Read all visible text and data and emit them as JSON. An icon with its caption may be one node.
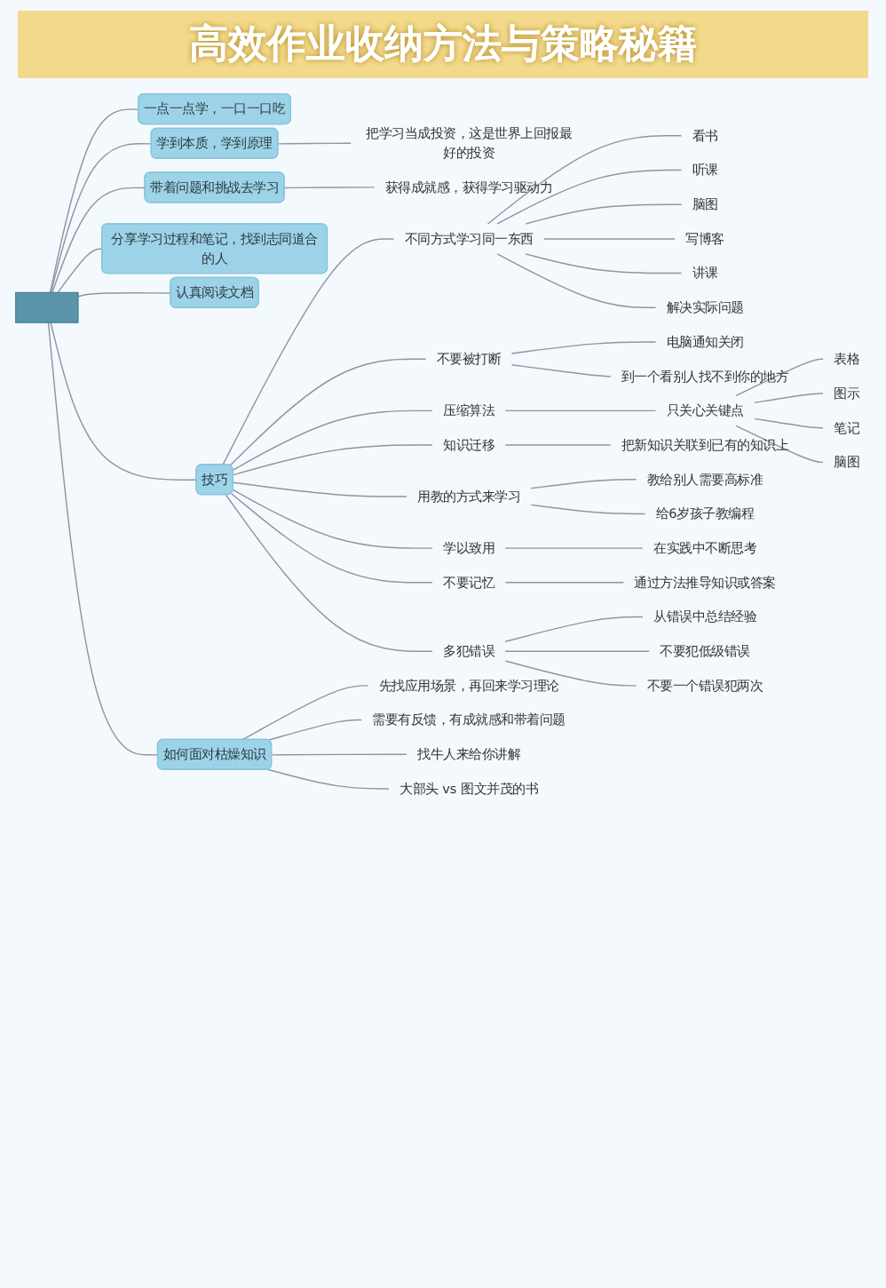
{
  "diagram": {
    "title": "高效作业收纳方法与策略秘籍",
    "nodes": [
      {
        "text": [],
        "shape": "box"
      },
      {
        "text": [
          "一点一点学，一口一口吃"
        ]
      },
      {
        "text": [
          "学到本质，学到原理"
        ]
      },
      {
        "text": [
          "把学习当成投资，这是世界上回报最好的投资"
        ]
      },
      {
        "text": [
          "带着问题和挑战去学习"
        ]
      },
      {
        "text": [
          "获得成就感，获得学习驱动力"
        ]
      },
      {
        "text": [
          "分享学习过程和笔记，找到志同道合的人"
        ]
      },
      {
        "text": [
          "认真阅读文档"
        ]
      },
      {
        "text": [
          "技巧"
        ]
      },
      {
        "text": [
          "不同方式学习同一东西"
        ]
      },
      {
        "text": [
          "看书"
        ]
      },
      {
        "text": [
          "听课"
        ]
      },
      {
        "text": [
          "脑图"
        ]
      },
      {
        "text": [
          "写博客"
        ]
      },
      {
        "text": [
          "讲课"
        ]
      },
      {
        "text": [
          "解决实际问题"
        ]
      },
      {
        "text": [
          "不要被打断"
        ]
      },
      {
        "text": [
          "电脑通知关闭"
        ]
      },
      {
        "text": [
          "到一个看别人找不到你的地方"
        ]
      },
      {
        "text": [
          "压缩算法"
        ]
      },
      {
        "text": [
          "只关心关键点"
        ]
      },
      {
        "text": [
          "表格"
        ]
      },
      {
        "text": [
          "图示"
        ]
      },
      {
        "text": [
          "笔记"
        ]
      },
      {
        "text": [
          "脑图"
        ]
      },
      {
        "text": [
          "知识迁移"
        ]
      },
      {
        "text": [
          "把新知识关联到已有的知识上"
        ]
      },
      {
        "text": [
          "用教的方式来学习"
        ]
      },
      {
        "text": [
          "教给别人需要高标准"
        ]
      },
      {
        "text": [
          "给6岁孩子教编程"
        ]
      },
      {
        "text": [
          "学以致用"
        ]
      },
      {
        "text": [
          "在实践中不断思考"
        ]
      },
      {
        "text": [
          "不要记忆"
        ]
      },
      {
        "text": [
          "通过方法推导知识或答案"
        ]
      },
      {
        "text": [
          "多犯错误"
        ]
      },
      {
        "text": [
          "从错误中总结经验"
        ]
      },
      {
        "text": [
          "不要犯低级错误"
        ]
      },
      {
        "text": [
          "不要一个错误犯两次"
        ]
      },
      {
        "text": [
          "如何面对枯燥知识"
        ]
      },
      {
        "text": [
          "先找应用场景，再回来学习理论"
        ]
      },
      {
        "text": [
          "需要有反馈，有成就感和带着问题"
        ]
      },
      {
        "text": [
          "找牛人来给你讲解"
        ]
      },
      {
        "text": [
          "大部头 vs 图文并茂的书"
        ]
      }
    ],
    "edges": [
      {
        "from": 0,
        "to": 1,
        "arrow": "none"
      },
      {
        "from": 0,
        "to": 2,
        "arrow": "none"
      },
      {
        "from": 2,
        "to": 3,
        "arrow": "none"
      },
      {
        "from": 0,
        "to": 4,
        "arrow": "none"
      },
      {
        "from": 4,
        "to": 5,
        "arrow": "none"
      },
      {
        "from": 0,
        "to": 6,
        "arrow": "none"
      },
      {
        "from": 0,
        "to": 7,
        "arrow": "none"
      },
      {
        "from": 0,
        "to": 8,
        "arrow": "none"
      },
      {
        "from": 8,
        "to": 9,
        "arrow": "none"
      },
      {
        "from": 9,
        "to": 10,
        "arrow": "none"
      },
      {
        "from": 9,
        "to": 11,
        "arrow": "none"
      },
      {
        "from": 9,
        "to": 12,
        "arrow": "none"
      },
      {
        "from": 9,
        "to": 13,
        "arrow": "none"
      },
      {
        "from": 9,
        "to": 14,
        "arrow": "none"
      },
      {
        "from": 9,
        "to": 15,
        "arrow": "none"
      },
      {
        "from": 8,
        "to": 16,
        "arrow": "none"
      },
      {
        "from": 16,
        "to": 17,
        "arrow": "none"
      },
      {
        "from": 16,
        "to": 18,
        "arrow": "none"
      },
      {
        "from": 8,
        "to": 19,
        "arrow": "none"
      },
      {
        "from": 19,
        "to": 20,
        "arrow": "none"
      },
      {
        "from": 20,
        "to": 21,
        "arrow": "none"
      },
      {
        "from": 20,
        "to": 22,
        "arrow": "none"
      },
      {
        "from": 20,
        "to": 23,
        "arrow": "none"
      },
      {
        "from": 20,
        "to": 24,
        "arrow": "none"
      },
      {
        "from": 8,
        "to": 25,
        "arrow": "none"
      },
      {
        "from": 25,
        "to": 26,
        "arrow": "none"
      },
      {
        "from": 8,
        "to": 27,
        "arrow": "none"
      },
      {
        "from": 27,
        "to": 28,
        "arrow": "none"
      },
      {
        "from": 27,
        "to": 29,
        "arrow": "none"
      },
      {
        "from": 8,
        "to": 30,
        "arrow": "none"
      },
      {
        "from": 30,
        "to": 31,
        "arrow": "none"
      },
      {
        "from": 8,
        "to": 32,
        "arrow": "none"
      },
      {
        "from": 32,
        "to": 33,
        "arrow": "none"
      },
      {
        "from": 8,
        "to": 34,
        "arrow": "none"
      },
      {
        "from": 34,
        "to": 35,
        "arrow": "none"
      },
      {
        "from": 34,
        "to": 36,
        "arrow": "none"
      },
      {
        "from": 34,
        "to": 37,
        "arrow": "none"
      },
      {
        "from": 0,
        "to": 38,
        "arrow": "none"
      },
      {
        "from": 38,
        "to": 39,
        "arrow": "none"
      },
      {
        "from": 38,
        "to": 40,
        "arrow": "none"
      },
      {
        "from": 38,
        "to": 41,
        "arrow": "none"
      },
      {
        "from": 38,
        "to": 42,
        "arrow": "none"
      }
    ]
  }
}
